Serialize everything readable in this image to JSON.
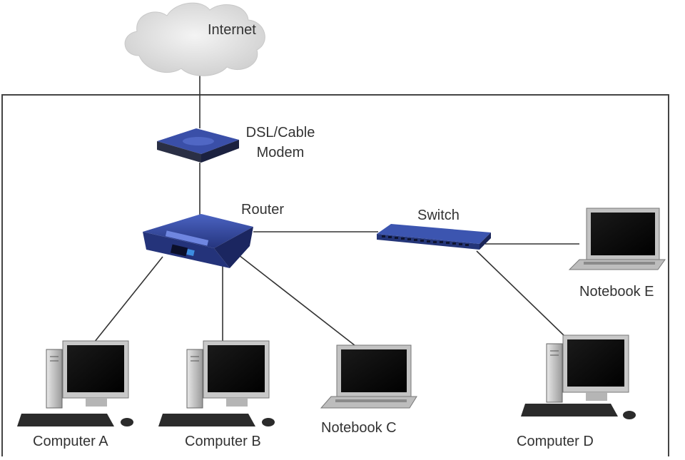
{
  "labels": {
    "internet": "Internet",
    "modem": "DSL/Cable Modem",
    "router": "Router",
    "switch": "Switch",
    "computer_a": "Computer A",
    "computer_b": "Computer B",
    "notebook_c": "Notebook C",
    "computer_d": "Computer D",
    "notebook_e": "Notebook E"
  },
  "colors": {
    "device_blue": "#2c3f8f",
    "device_dark": "#1f2b63",
    "cloud": "#e2e2e2",
    "line": "#333333"
  }
}
